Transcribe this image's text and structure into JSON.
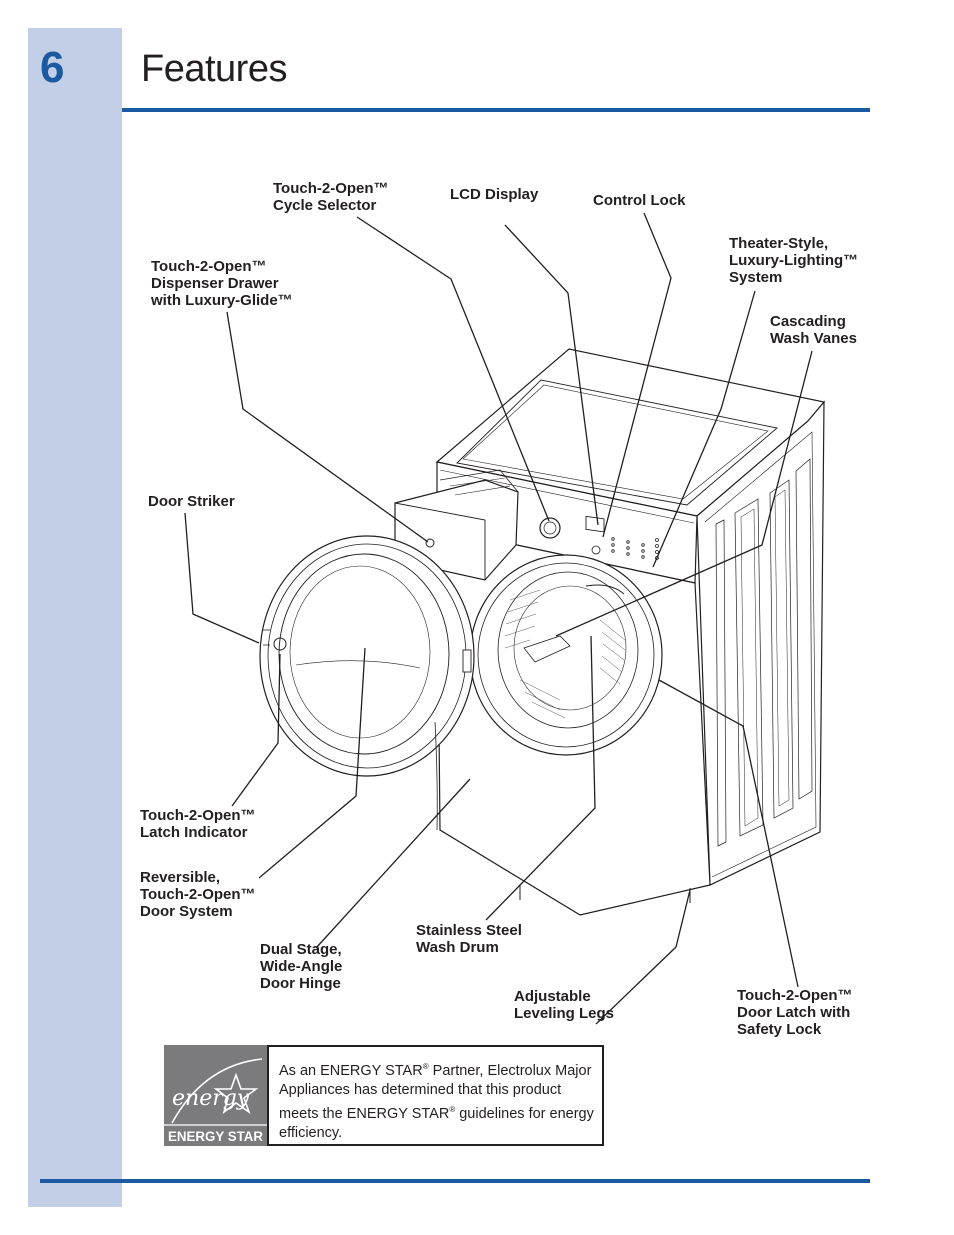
{
  "header": {
    "page_number": "6",
    "title": "Features"
  },
  "colors": {
    "accent_blue": "#1b5aa0",
    "sidebar": "#c3cfe7",
    "text": "#231f20",
    "energy_logo_bg": "#7b7b7d"
  },
  "callouts": {
    "cycle_selector": [
      "Touch-2-Open™",
      "Cycle Selector"
    ],
    "lcd_display": [
      "LCD Display"
    ],
    "control_lock": [
      "Control Lock"
    ],
    "lighting_system": [
      "Theater-Style,",
      "Luxury-Lighting™",
      "System"
    ],
    "dispenser_drawer": [
      "Touch-2-Open™",
      "Dispenser Drawer",
      "with Luxury-Glide™"
    ],
    "wash_vanes": [
      "Cascading",
      "Wash Vanes"
    ],
    "door_striker": [
      "Door Striker"
    ],
    "latch_indicator": [
      "Touch-2-Open™",
      "Latch Indicator"
    ],
    "door_system": [
      "Reversible,",
      "Touch-2-Open™",
      "Door System"
    ],
    "wash_drum": [
      "Stainless Steel",
      "Wash Drum"
    ],
    "door_hinge": [
      "Dual Stage,",
      "Wide-Angle",
      "Door Hinge"
    ],
    "leveling_legs": [
      "Adjustable",
      "Leveling Legs"
    ],
    "door_latch": [
      "Touch-2-Open™",
      "Door Latch with",
      "Safety Lock"
    ]
  },
  "energy_star": {
    "logo_script": "energy",
    "logo_label": "ENERGY STAR",
    "text_part1": "As an ENERGY STAR",
    "reg1": "®",
    "text_part2": " Partner, Electrolux Major Appliances has determined that this product meets the ENERGY STAR",
    "reg2": "®",
    "text_part3": " guidelines for energy efficiency."
  }
}
